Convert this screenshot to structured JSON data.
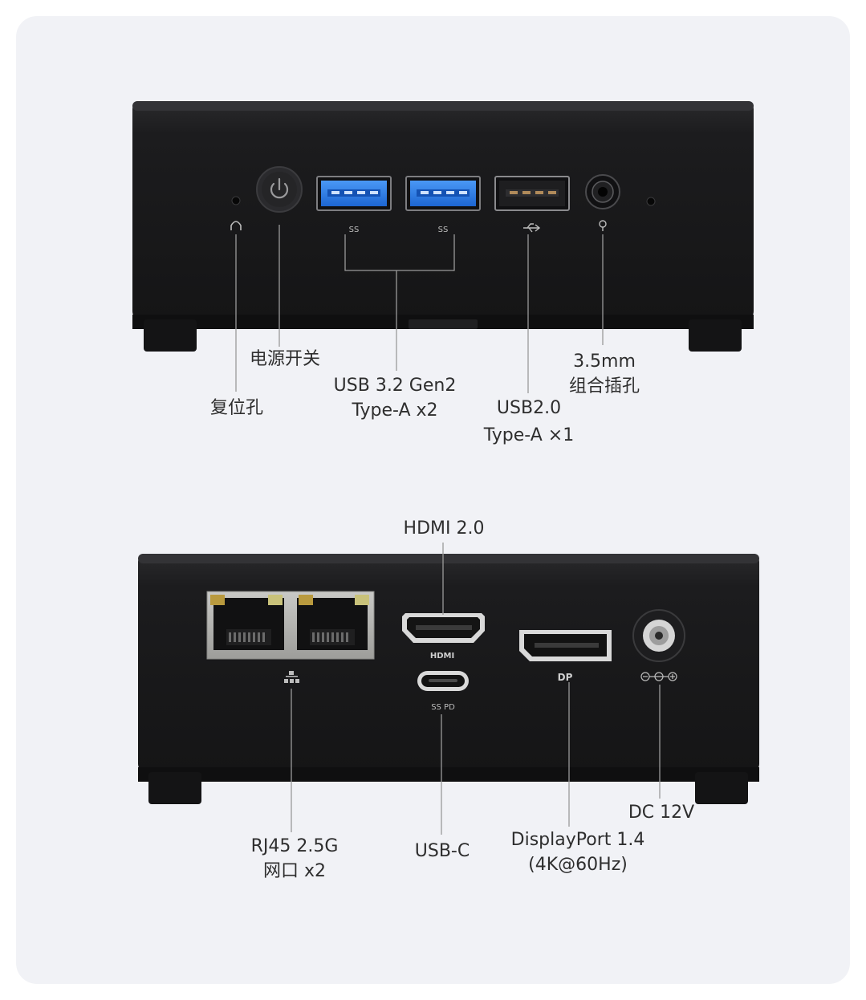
{
  "front": {
    "labels": {
      "reset": "复位孔",
      "power": "电源开关",
      "usb32": {
        "line1": "USB 3.2 Gen2",
        "line2": "Type-A x2"
      },
      "usb20": {
        "line1": "USB2.0",
        "line2": "Type-A ×1"
      },
      "audio": {
        "line1": "3.5mm",
        "line2": "组合插孔"
      }
    },
    "port_marks": {
      "usb32_a": "SS",
      "usb32_b": "SS"
    }
  },
  "back": {
    "labels": {
      "hdmi": "HDMI 2.0",
      "rj45": {
        "line1": "RJ45 2.5G",
        "line2": "网口 x2"
      },
      "usbc": "USB-C",
      "dp": {
        "line1": "DisplayPort 1.4",
        "line2": "(4K@60Hz)"
      },
      "dc": "DC 12V"
    },
    "port_marks": {
      "hdmi": "HDMI",
      "dp": "DP",
      "usbc": "SS PD"
    }
  },
  "colors": {
    "card": "#f1f2f6",
    "chassis": "#1b1b1d",
    "usb3_blue": "#2b7de9",
    "leader": "#9a9a9a"
  }
}
